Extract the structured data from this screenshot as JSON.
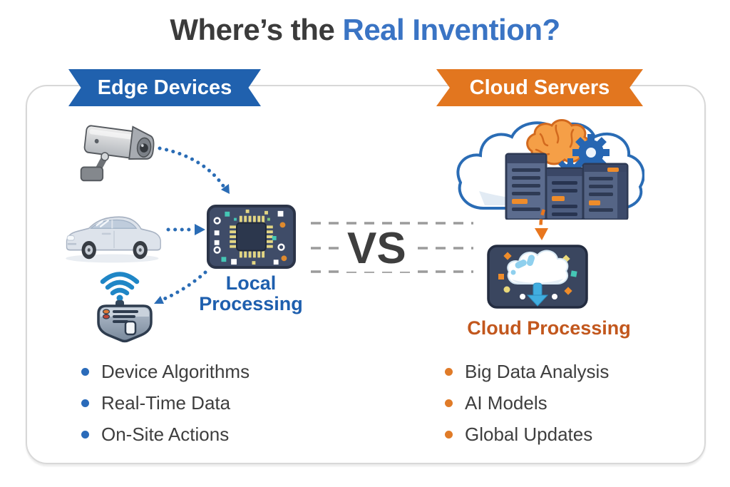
{
  "title": {
    "prefix": "Where’s the ",
    "highlight": "Real Invention?"
  },
  "center": {
    "vs_label": "VS"
  },
  "left_panel": {
    "banner_label": "Edge Devices",
    "processing_label": [
      "Local",
      "Processing"
    ],
    "bullets": [
      "Device Algorithms",
      "Real-Time Data",
      "On-Site Actions"
    ],
    "icons": [
      "cctv-camera-icon",
      "car-icon",
      "iot-device-icon",
      "wifi-icon",
      "circuit-chip-icon"
    ]
  },
  "right_panel": {
    "banner_label": "Cloud Servers",
    "processing_label": "Cloud Processing",
    "bullets": [
      "Big Data Analysis",
      "AI Models",
      "Global Updates"
    ],
    "icons": [
      "cloud-icon",
      "brain-icon",
      "gear-icon",
      "server-rack-icon",
      "cloud-processing-icon"
    ]
  },
  "colors": {
    "banner_blue": "#2061ae",
    "banner_orange": "#e2761f",
    "title_highlight_blue": "#3a74c4",
    "heading_dark": "#3b3b3b",
    "local_processing_blue": "#1e5fae",
    "cloud_processing_orange": "#c2571d",
    "bullet_blue": "#2a6bba",
    "bullet_orange": "#e07b28",
    "arrow_blue": "#2a6cb5",
    "arrow_orange": "#e8761e",
    "dashed_line_gray": "#9b9b9b",
    "frame_border_gray": "#d8d8d8"
  }
}
